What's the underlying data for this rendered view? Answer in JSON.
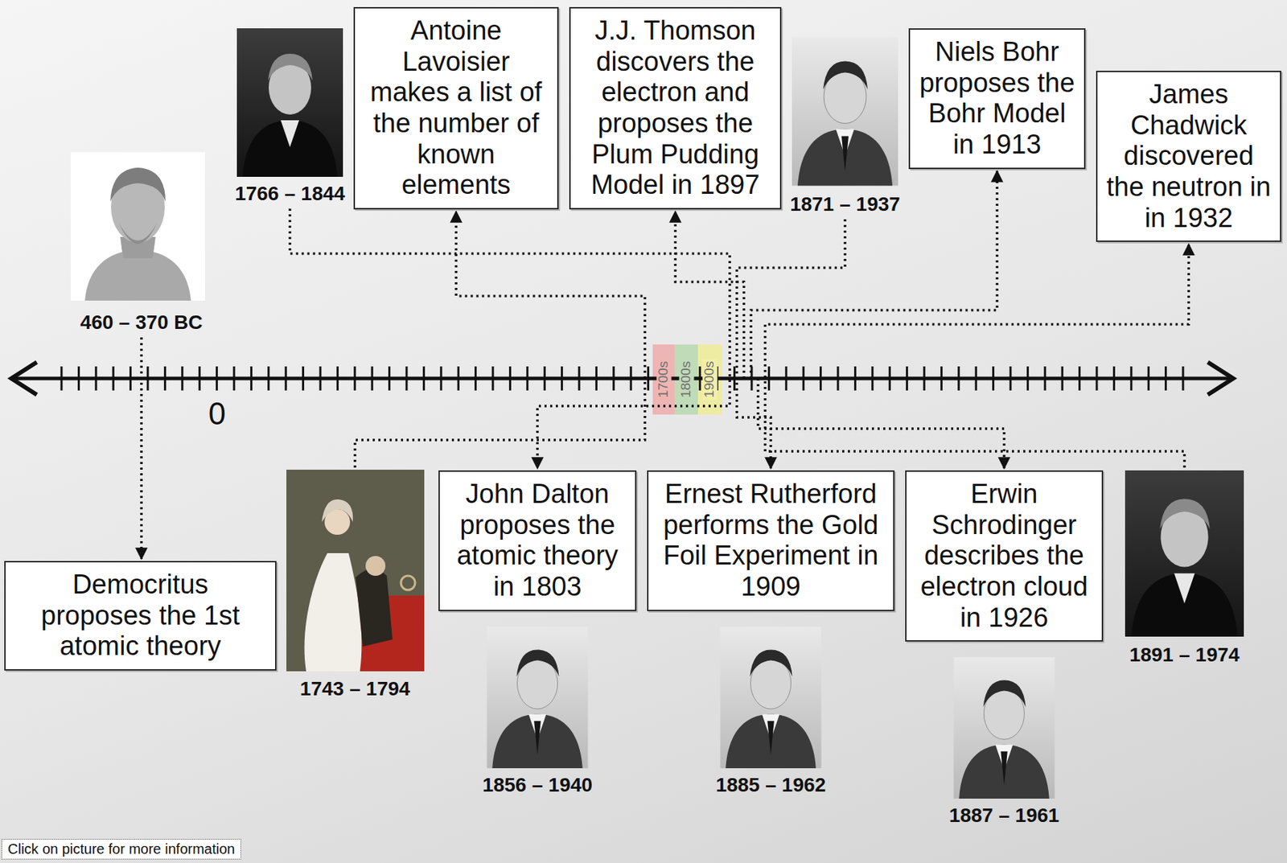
{
  "diagram": {
    "nodes": [
      {
        "text": [
          "Democritus proposes the 1st atomic theory"
        ]
      },
      {
        "text": [
          "Antoine Lavoisier makes a list of the number of known elements"
        ]
      },
      {
        "text": [
          "John Dalton proposes the atomic theory in 1803"
        ]
      },
      {
        "text": [
          "J.J. Thomson discovers the electron and proposes the Plum Pudding Model in 1897"
        ]
      },
      {
        "text": [
          "Ernest Rutherford performs the Gold Foil Experiment in 1909"
        ]
      },
      {
        "text": [
          "Niels Bohr proposes the Bohr Model in 1913"
        ]
      },
      {
        "text": [
          "Erwin Schrodinger describes the electron cloud in 1926"
        ]
      },
      {
        "text": [
          "James Chadwick discovered the neutron in in 1932"
        ]
      }
    ],
    "labels": [
      "460 – 370 BC",
      "1766 – 1844",
      "1871 – 1937",
      "0",
      "1700s",
      "1800s",
      "1900s",
      "1743 – 1794",
      "1891 – 1974",
      "1856 – 1940",
      "1885 – 1962",
      "1887 – 1961",
      "Click on picture for more information"
    ]
  }
}
